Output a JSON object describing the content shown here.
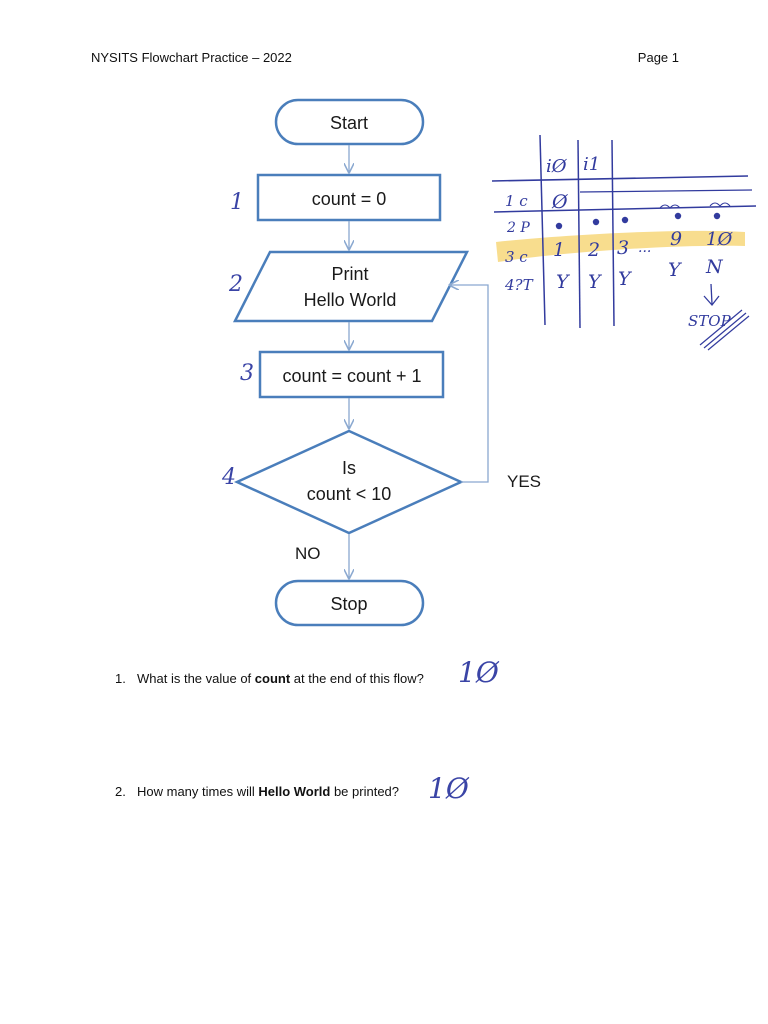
{
  "header": {
    "title": "NYSITS Flowchart Practice – 2022",
    "page": "Page 1"
  },
  "flowchart": {
    "start": "Start",
    "init": "count = 0",
    "print_line1": "Print",
    "print_line2": "Hello World",
    "increment": "count = count + 1",
    "decision_line1": "Is",
    "decision_line2": "count < 10",
    "yes_label": "YES",
    "no_label": "NO",
    "stop": "Stop",
    "colors": {
      "stroke": "#4a7ebb",
      "arrow": "#8aa8d0",
      "fill": "#ffffff"
    }
  },
  "step_numbers": [
    "1",
    "2",
    "3",
    "4"
  ],
  "trace_table": {
    "col_headers": [
      "iØ",
      "i1"
    ],
    "row_labels": [
      "1 c",
      "2 P",
      "3 c",
      "4?T"
    ],
    "row1": [
      "Ø"
    ],
    "row3": [
      "1",
      "2",
      "3",
      "...",
      "9",
      "1Ø"
    ],
    "row4": [
      "Y",
      "Y",
      "Y",
      "Y",
      "N"
    ],
    "stop_text": "STOP",
    "highlight_color": "#f7d77a",
    "ink_color": "#323b9e"
  },
  "questions": [
    {
      "number": "1.",
      "pre": "What is the value of ",
      "bold": "count",
      "post": " at the end of this flow?",
      "answer": "1Ø"
    },
    {
      "number": "2.",
      "pre": "How many times will ",
      "bold": "Hello World",
      "post": " be printed?",
      "answer": "1Ø"
    }
  ]
}
